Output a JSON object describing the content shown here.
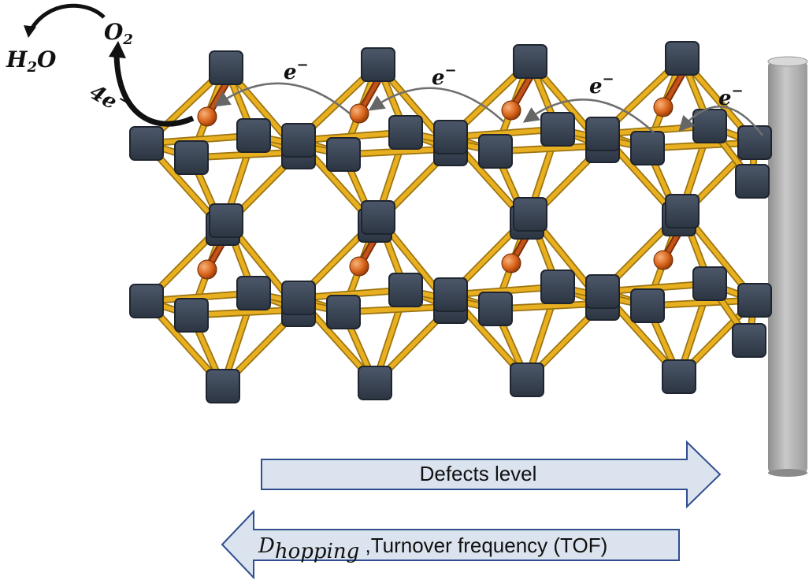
{
  "labels": {
    "o2": "O",
    "o2_sub": "2",
    "h2o_h": "H",
    "h2o_sub": "2",
    "h2o_o": "O",
    "four_e": "4e",
    "four_e_sup": "−",
    "e_hop": "e",
    "e_hop_sup": "−"
  },
  "defects_arrow": {
    "label": "Defects level"
  },
  "hopping_arrow": {
    "label_main": "D",
    "label_sub": "hopping",
    "label_rest": " ,Turnover frequency (TOF)"
  },
  "colors": {
    "node": "#3a4555",
    "node_edge": "#1e2530",
    "linker": "#e8b020",
    "linker_edge": "#9c7410",
    "atom": "#d9641a",
    "electrode": "#aaaaaa",
    "arrow_fill": "#dbe3ee",
    "arrow_stroke": "#2f4f8f"
  }
}
